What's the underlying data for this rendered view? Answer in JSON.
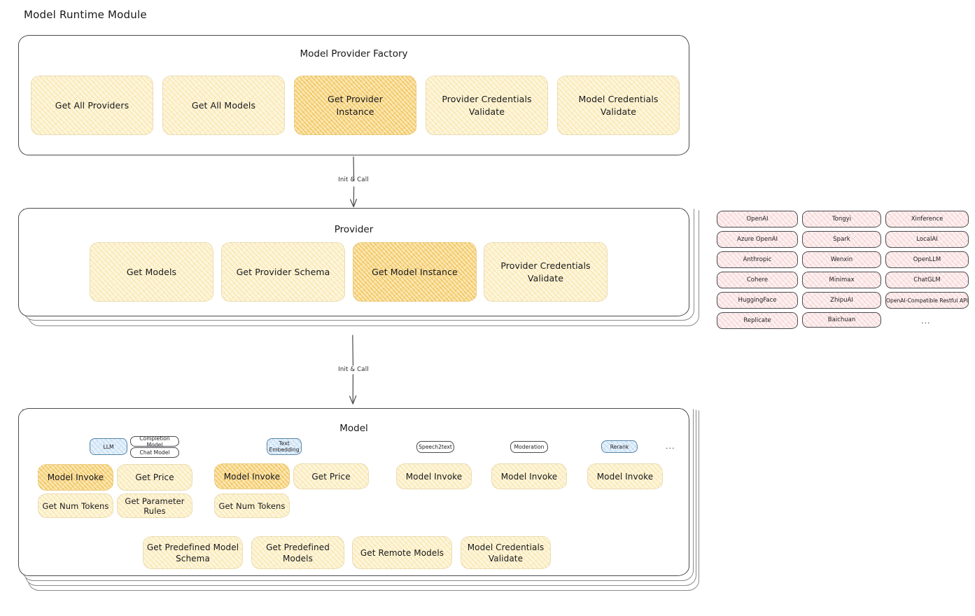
{
  "title": "Model Runtime Module",
  "colors": {
    "node_fill": "#fdf5dc",
    "node_highlight_fill": "#fbe6b4",
    "chip_fill": "#fdf0f0",
    "badge_blue_fill": "#e5f1fb",
    "stroke": "#3a3a3e",
    "background": "#ffffff"
  },
  "factory": {
    "title": "Model Provider Factory",
    "nodes": [
      {
        "label": "Get All Providers",
        "highlight": false
      },
      {
        "label": "Get All Models",
        "highlight": false
      },
      {
        "label": "Get Provider Instance",
        "highlight": true
      },
      {
        "label": "Provider Credentials Validate",
        "highlight": false
      },
      {
        "label": "Model Credentials Validate",
        "highlight": false
      }
    ]
  },
  "arrows": [
    {
      "label": "Init & Call"
    },
    {
      "label": "Init & Call"
    }
  ],
  "provider": {
    "title": "Provider",
    "nodes": [
      {
        "label": "Get Models",
        "highlight": false
      },
      {
        "label": "Get Provider Schema",
        "highlight": false
      },
      {
        "label": "Get Model Instance",
        "highlight": true
      },
      {
        "label": "Provider Credentials Validate",
        "highlight": false
      }
    ]
  },
  "provider_list": {
    "columns": [
      [
        "OpenAI",
        "Azure OpenAI",
        "Anthropic",
        "Cohere",
        "HuggingFace",
        "Replicate"
      ],
      [
        "Tongyi",
        "Spark",
        "Wenxin",
        "Minimax",
        "ZhipuAI",
        "Baichuan"
      ],
      [
        "Xinference",
        "LocalAI",
        "OpenLLM",
        "ChatGLM",
        "OpenAI-Compatible Restful API"
      ]
    ],
    "more": "..."
  },
  "model": {
    "title": "Model",
    "more": "...",
    "types": [
      {
        "badge": "LLM",
        "badge_blue": true,
        "sub_badges": [
          "Completion Model",
          "Chat Model"
        ],
        "nodes": [
          {
            "label": "Model Invoke",
            "highlight": true
          },
          {
            "label": "Get Price",
            "highlight": false
          },
          {
            "label": "Get Num Tokens",
            "highlight": false
          },
          {
            "label": "Get Parameter Rules",
            "highlight": false
          }
        ]
      },
      {
        "badge": "Text Embedding",
        "badge_blue": true,
        "sub_badges": [],
        "nodes": [
          {
            "label": "Model Invoke",
            "highlight": true
          },
          {
            "label": "Get Price",
            "highlight": false
          },
          {
            "label": "Get Num Tokens",
            "highlight": false
          }
        ]
      },
      {
        "badge": "Speech2text",
        "badge_blue": false,
        "sub_badges": [],
        "nodes": [
          {
            "label": "Model Invoke",
            "highlight": false
          }
        ]
      },
      {
        "badge": "Moderation",
        "badge_blue": false,
        "sub_badges": [],
        "nodes": [
          {
            "label": "Model Invoke",
            "highlight": false
          }
        ]
      },
      {
        "badge": "Rerank",
        "badge_blue": true,
        "sub_badges": [],
        "nodes": [
          {
            "label": "Model Invoke",
            "highlight": false
          }
        ]
      }
    ],
    "common_nodes": [
      {
        "label": "Get Predefined Model Schema"
      },
      {
        "label": "Get Predefined Models"
      },
      {
        "label": "Get Remote Models"
      },
      {
        "label": "Model Credentials Validate"
      }
    ]
  }
}
